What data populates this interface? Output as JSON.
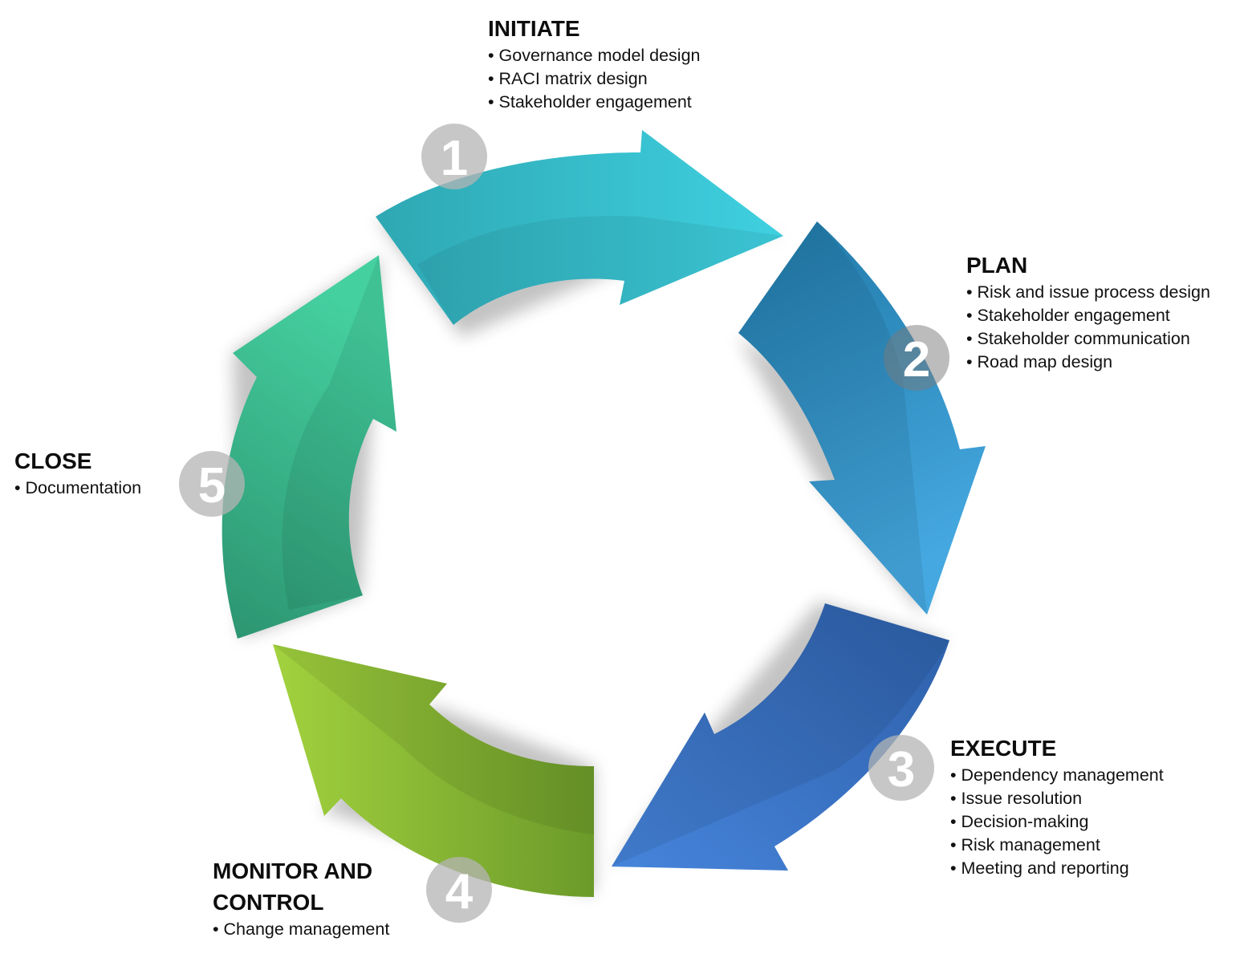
{
  "stages": [
    {
      "number": "1",
      "title": "INITIATE",
      "items": [
        "Governance model design",
        "RACI matrix design",
        "Stakeholder engagement"
      ],
      "color": "#35bfcc"
    },
    {
      "number": "2",
      "title": "PLAN",
      "items": [
        "Risk and issue process design",
        "Stakeholder engagement",
        "Stakeholder communication",
        "Road map design"
      ],
      "color": "#2e8fc0"
    },
    {
      "number": "3",
      "title": "EXECUTE",
      "items": [
        "Dependency management",
        "Issue resolution",
        "Decision-making",
        "Risk management",
        "Meeting and reporting"
      ],
      "color": "#3a70c0"
    },
    {
      "number": "4",
      "title": "MONITOR AND CONTROL",
      "items": [
        "Change management"
      ],
      "color": "#8cbd3a"
    },
    {
      "number": "5",
      "title": "CLOSE",
      "items": [
        "Documentation"
      ],
      "color": "#3dbb8f"
    }
  ]
}
